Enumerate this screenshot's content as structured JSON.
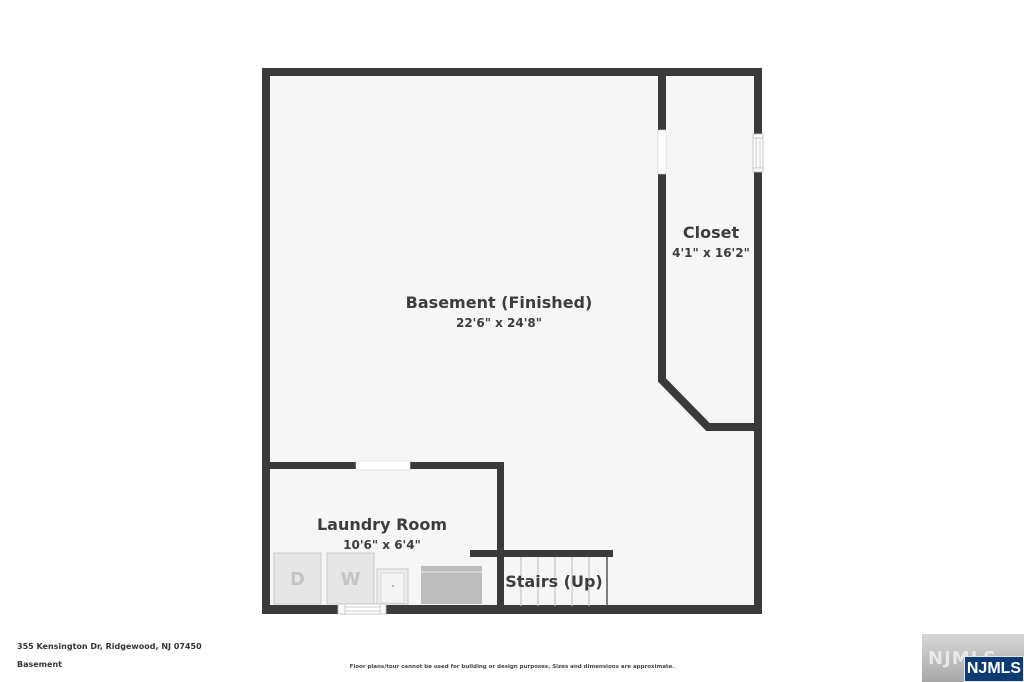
{
  "floor_plan": {
    "colors": {
      "wall": "#3a3a3a",
      "floor": "#f6f6f6",
      "appliance_fill": "#e6e6e6",
      "appliance_stroke": "#c9c9c9",
      "counter": "#bdbdbd",
      "stair_line": "#c6c6c6"
    },
    "rooms": [
      {
        "name": "Basement (Finished)",
        "dimensions": "22'6\" x 24'8\""
      },
      {
        "name": "Closet",
        "dimensions": "4'1\" x 16'2\""
      },
      {
        "name": "Laundry Room",
        "dimensions": "10'6\" x 6'4\""
      },
      {
        "name": "Stairs (Up)"
      }
    ],
    "appliances": {
      "dryer": "D",
      "washer": "W"
    }
  },
  "footer": {
    "address": "355 Kensington Dr, Ridgewood, NJ 07450",
    "level": "Basement",
    "disclaimer": "Floor plans/tour cannot be used for building or design purposes. Sizes and dimensions are approximate.",
    "logo_ghost": "NJMLS",
    "logo": "NJMLS",
    "logo_color": "#0c3a72"
  }
}
